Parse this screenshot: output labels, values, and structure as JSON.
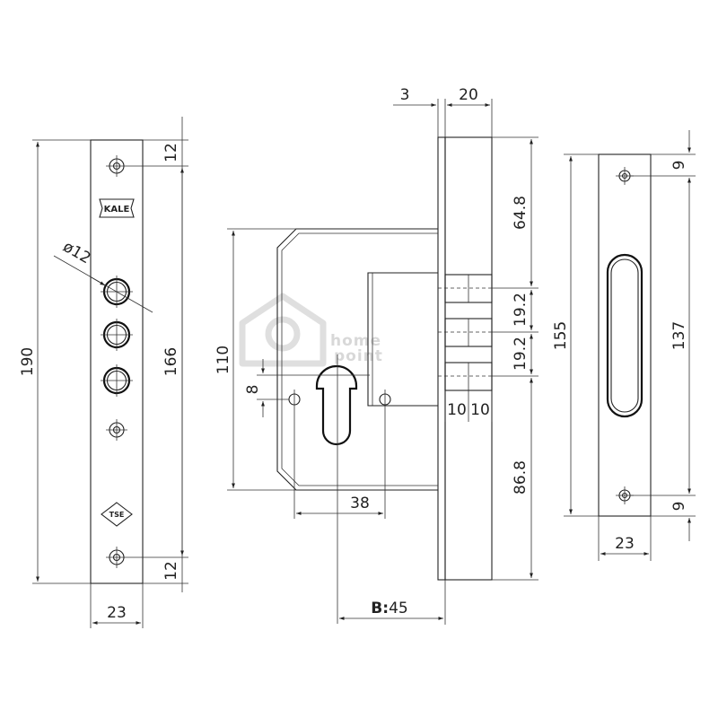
{
  "dimensions": {
    "faceplate": {
      "height": "190",
      "hole_spacing": "166",
      "top_offset": "12",
      "bottom_offset": "12",
      "width": "23",
      "hole_diameter": "ø12"
    },
    "lock_body": {
      "plate_thickness": "3",
      "body_depth": "20",
      "top_to_bolt": "64.8",
      "bolt_spacing_1": "19.2",
      "bolt_spacing_2": "19.2",
      "bolt_to_bottom": "86.8",
      "bolt_size_a": "10",
      "bolt_size_b": "10",
      "case_height": "110",
      "pin_offset": "8",
      "screw_spacing": "38",
      "backset_label": "B:",
      "backset_value": "45"
    },
    "strike_plate": {
      "height": "155",
      "screw_spacing": "137",
      "top_offset": "9",
      "bottom_offset": "9",
      "width": "23"
    }
  },
  "logos": {
    "brand": "KALE",
    "certification": "TSE"
  },
  "watermark": {
    "line1": "home",
    "line2": "point"
  }
}
